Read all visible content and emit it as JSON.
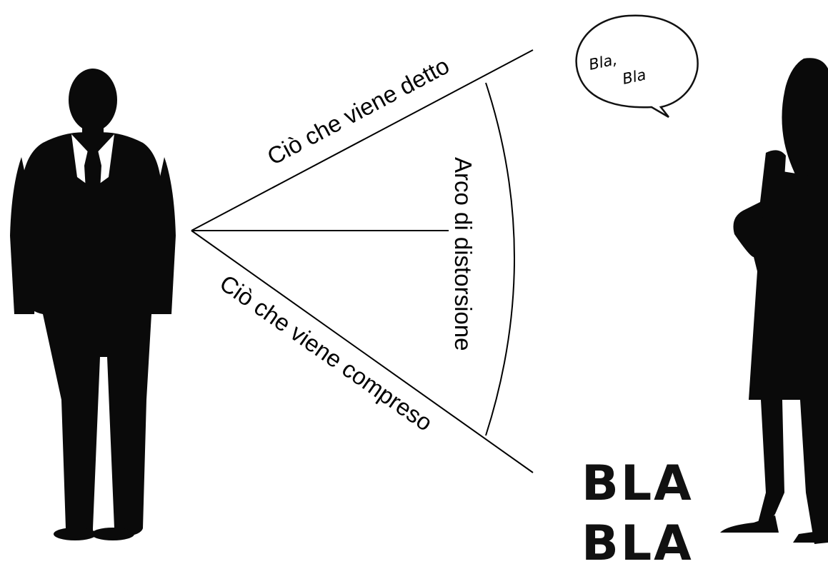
{
  "diagram": {
    "top_line_label": "Ciò che viene detto",
    "bottom_line_label": "Ciò che viene compreso",
    "arc_label": "Arco di distorsione",
    "speech_bubble_line1": "Bla,",
    "speech_bubble_line2": "Bla",
    "brush_line1": "BLA",
    "brush_line2": "BLA"
  },
  "colors": {
    "silhouette": "#0a0a0a",
    "line": "#000000",
    "background": "#ffffff"
  },
  "icons": [
    "man-silhouette-icon",
    "woman-silhouette-icon",
    "speech-bubble-icon"
  ]
}
